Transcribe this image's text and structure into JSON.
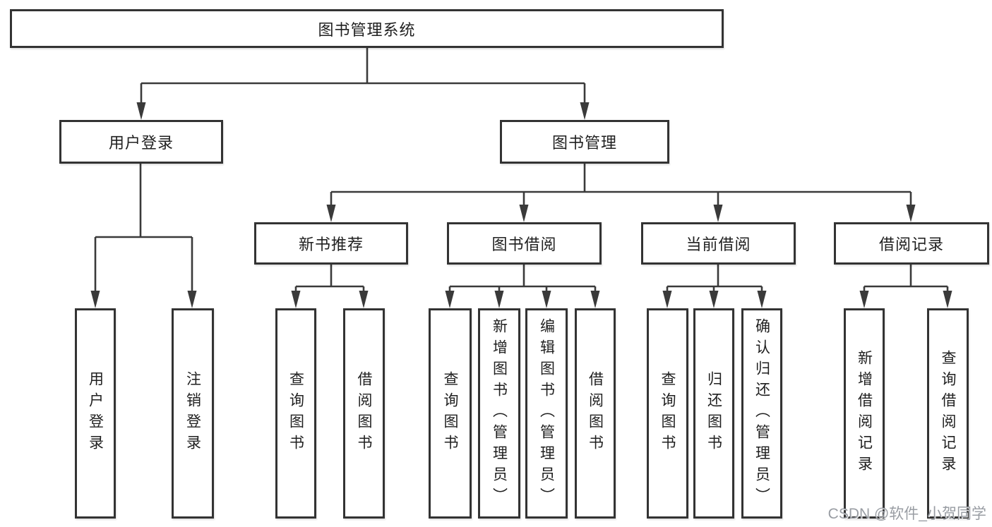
{
  "title": "图书管理系统",
  "tree": {
    "root": "图书管理系统",
    "user_login": {
      "label": "用户登录",
      "children": [
        "用户登录",
        "注销登录"
      ]
    },
    "book_mgmt": {
      "label": "图书管理",
      "sections": [
        {
          "label": "新书推荐",
          "children": [
            "查询图书",
            "借阅图书"
          ]
        },
        {
          "label": "图书借阅",
          "children": [
            "查询图书",
            "新增图书（管理员）",
            "编辑图书（管理员）",
            "借阅图书"
          ]
        },
        {
          "label": "当前借阅",
          "children": [
            "查询图书",
            "归还图书",
            "确认归还（管理员）"
          ]
        },
        {
          "label": "借阅记录",
          "children": [
            "新增借阅记录",
            "查询借阅记录"
          ]
        }
      ]
    }
  },
  "watermark": "CSDN @软件_小贺同学",
  "colors": {
    "line": "#3a3a3a",
    "box_border": "#333333",
    "text": "#1f1f1f",
    "watermark": "#94989e",
    "background": "#ffffff"
  }
}
